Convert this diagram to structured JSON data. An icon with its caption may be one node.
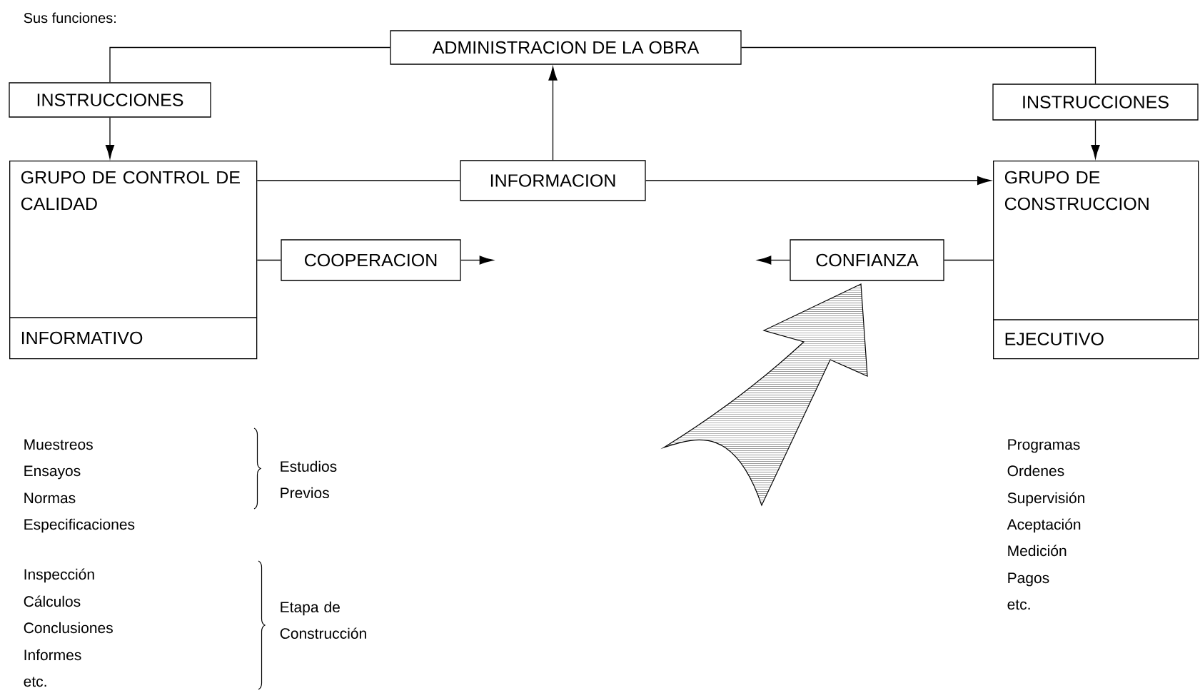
{
  "diagram": {
    "nodes": [
      {
        "text": [
          "ADMINISTRACION DE LA OBRA"
        ]
      },
      {
        "text": [
          "INSTRUCCIONES"
        ]
      },
      {
        "text": [
          "INSTRUCCIONES"
        ]
      },
      {
        "text": [
          "GRUPO DE CONTROL DE CALIDAD",
          "INFORMATIVO"
        ]
      },
      {
        "text": [
          "INFORMACION"
        ]
      },
      {
        "text": [
          "GRUPO DE CONSTRUCCION",
          "EJECUTIVO"
        ]
      },
      {
        "text": [
          "COOPERACION"
        ]
      },
      {
        "text": [
          "CONFIANZA"
        ]
      }
    ],
    "edges": [
      {
        "from": 0,
        "to": 1,
        "arrow": "none"
      },
      {
        "from": 1,
        "to": 3,
        "arrow": "to"
      },
      {
        "from": 0,
        "to": 2,
        "arrow": "none"
      },
      {
        "from": 2,
        "to": 5,
        "arrow": "to"
      },
      {
        "from": 3,
        "to": 4,
        "arrow": "none"
      },
      {
        "from": 4,
        "to": 5,
        "arrow": "to"
      },
      {
        "from": 4,
        "to": 0,
        "arrow": "to"
      },
      {
        "from": 3,
        "to": 6,
        "arrow": "none"
      },
      {
        "from": 6,
        "to": null,
        "arrow": "to"
      },
      {
        "from": 5,
        "to": 7,
        "arrow": "none"
      },
      {
        "from": 7,
        "to": null,
        "arrow": "to"
      }
    ],
    "labels": [
      "Sus funciones:",
      "Muestreos",
      "Ensayos",
      "Normas",
      "Especificaciones",
      "Estudios Previos",
      "Inspección",
      "Cálculos",
      "Conclusiones",
      "Informes",
      "etc.",
      "Etapa de Construcción",
      "Programas",
      "Ordenes",
      "Supervisión",
      "Aceptación",
      "Medición",
      "Pagos",
      "etc."
    ]
  }
}
